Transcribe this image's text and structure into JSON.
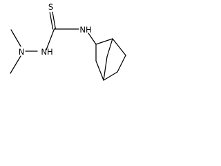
{
  "atoms": {
    "sulfur": "S",
    "nh_left": "NH",
    "nh_right": "NH",
    "nitrogen": "N"
  }
}
